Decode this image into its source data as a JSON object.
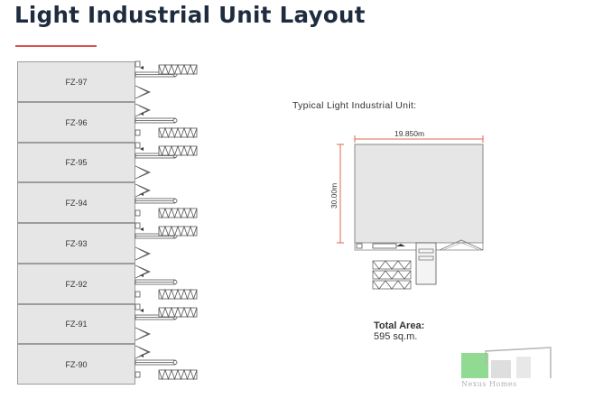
{
  "title": "Light Industrial Unit Layout",
  "colors": {
    "title": "#1f2b3e",
    "accent_rule": "#d9534f",
    "unit_fill": "#e6e6e6",
    "unit_border": "#9c9c9c",
    "dimension": "#e0674f",
    "logo_green": "#7ed47e"
  },
  "units": [
    {
      "label": "FZ-97"
    },
    {
      "label": "FZ-96"
    },
    {
      "label": "FZ-95"
    },
    {
      "label": "FZ-94"
    },
    {
      "label": "FZ-93"
    },
    {
      "label": "FZ-92"
    },
    {
      "label": "FZ-91"
    },
    {
      "label": "FZ-90"
    }
  ],
  "typical_unit": {
    "heading": "Typical Light Industrial Unit:",
    "width_label": "19.850m",
    "depth_label": "30.00m"
  },
  "total_area": {
    "label": "Total Area:",
    "value": "595 sq.m."
  },
  "logo": {
    "text": "Nexus Homes",
    "icon": "nexus-homes-logo-icon"
  }
}
